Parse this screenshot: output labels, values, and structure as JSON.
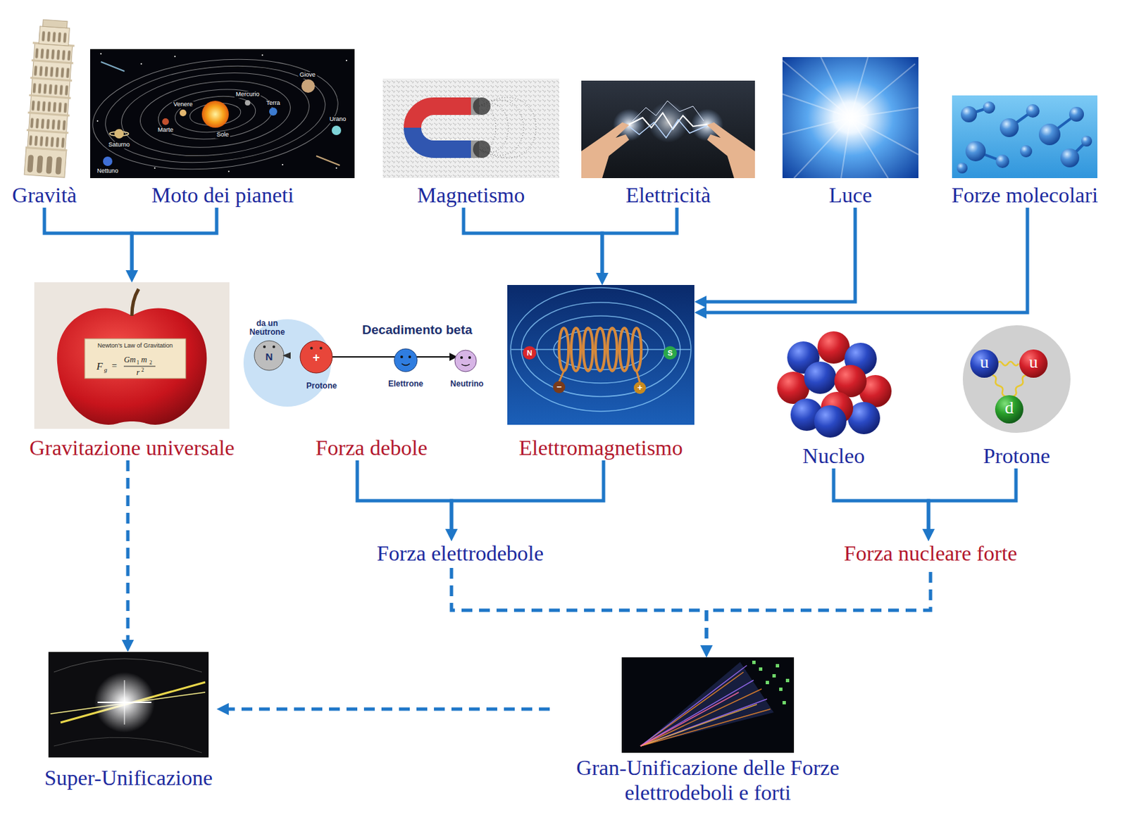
{
  "diagram": {
    "nodes": [
      {
        "text": [
          "Gravità"
        ]
      },
      {
        "text": [
          "Moto dei pianeti"
        ]
      },
      {
        "text": [
          "Magnetismo"
        ]
      },
      {
        "text": [
          "Elettricità"
        ]
      },
      {
        "text": [
          "Luce"
        ]
      },
      {
        "text": [
          "Forze molecolari"
        ]
      },
      {
        "text": [
          "Gravitazione universale"
        ]
      },
      {
        "text": [
          "Forza debole"
        ]
      },
      {
        "text": [
          "Elettromagnetismo"
        ]
      },
      {
        "text": [
          "Nucleo"
        ]
      },
      {
        "text": [
          "Protone"
        ]
      },
      {
        "text": [
          "Forza elettrodebole"
        ]
      },
      {
        "text": [
          "Forza nucleare forte"
        ]
      },
      {
        "text": [
          "Super-Unificazione"
        ]
      },
      {
        "text": [
          "Gran-Unificazione delle Forze elettrodeboli e forti"
        ]
      }
    ],
    "edges": [
      {
        "from": 0,
        "to": 6,
        "arrow": "to"
      },
      {
        "from": 1,
        "to": 6,
        "arrow": "to"
      },
      {
        "from": 2,
        "to": 8,
        "arrow": "to"
      },
      {
        "from": 3,
        "to": 8,
        "arrow": "to"
      },
      {
        "from": 4,
        "to": 8,
        "arrow": "to"
      },
      {
        "from": 5,
        "to": 8,
        "arrow": "to"
      },
      {
        "from": 7,
        "to": 11,
        "arrow": "to"
      },
      {
        "from": 8,
        "to": 11,
        "arrow": "to"
      },
      {
        "from": 9,
        "to": 12,
        "arrow": "to"
      },
      {
        "from": 10,
        "to": 12,
        "arrow": "to"
      },
      {
        "from": 11,
        "to": 14,
        "arrow": "to"
      },
      {
        "from": 12,
        "to": 14,
        "arrow": "to"
      },
      {
        "from": 6,
        "to": 13,
        "arrow": "to"
      },
      {
        "from": 14,
        "to": 13,
        "arrow": "to"
      }
    ],
    "labels": [
      "Giove",
      "Mercurio",
      "Venere",
      "Terra",
      "Urano",
      "Marte",
      "Sole",
      "Saturno",
      "Nettuno",
      "Newton's Law of Gravitation",
      "F",
      "g",
      "=",
      "Gm",
      "1",
      "m",
      "2",
      "r",
      "2",
      "da un Neutrone",
      "N",
      "Protone",
      "Decadimento beta",
      "Elettrone",
      "Neutrino",
      "+",
      "N",
      "S",
      "−",
      "+",
      "u",
      "u",
      "d"
    ]
  }
}
